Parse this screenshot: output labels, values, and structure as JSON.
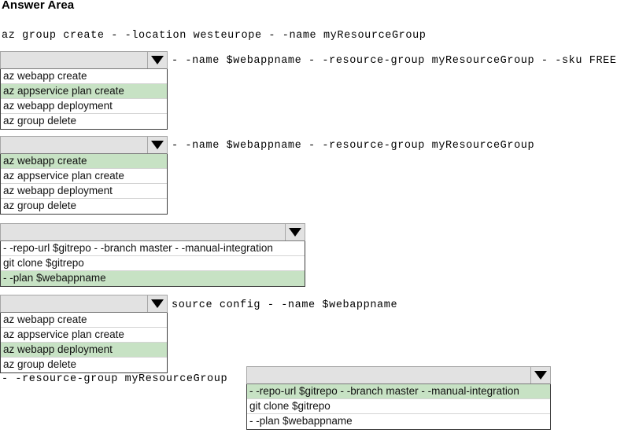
{
  "page": {
    "title": "Answer Area"
  },
  "colors": {
    "selected_option": "#c7e2c4",
    "dropdown_header": "#e2e2e2",
    "list_border": "#3c3c3c",
    "text": "#000000"
  },
  "lines": {
    "line1": "az group create - -location westeurope - -name myResourceGroup",
    "after_dd1": "- -name $webappname - -resource-group myResourceGroup - -sku FREE",
    "after_dd2": "- -name $webappname - -resource-group myResourceGroup",
    "after_dd4": "source config - -name $webappname",
    "before_dd5": "- -resource-group myResourceGroup"
  },
  "dropdowns": [
    {
      "id": "dropdown-1",
      "name": "command-dropdown-1",
      "selected_value": "",
      "arrow_icon": "chevron-down-icon",
      "options": [
        {
          "label": "az webapp create",
          "selected": false
        },
        {
          "label": "az appservice plan create",
          "selected": true
        },
        {
          "label": "az webapp deployment",
          "selected": false
        },
        {
          "label": "az group delete",
          "selected": false
        }
      ]
    },
    {
      "id": "dropdown-2",
      "name": "command-dropdown-2",
      "selected_value": "",
      "arrow_icon": "chevron-down-icon",
      "options": [
        {
          "label": "az webapp create",
          "selected": true
        },
        {
          "label": "az appservice plan create",
          "selected": false
        },
        {
          "label": "az webapp deployment",
          "selected": false
        },
        {
          "label": "az group delete",
          "selected": false
        }
      ]
    },
    {
      "id": "dropdown-3",
      "name": "argument-dropdown-3",
      "selected_value": "",
      "arrow_icon": "chevron-down-icon",
      "options": [
        {
          "label": "- -repo-url $gitrepo - -branch master - -manual-integration",
          "selected": false
        },
        {
          "label": "git clone $gitrepo",
          "selected": false
        },
        {
          "label": "- -plan $webappname",
          "selected": true
        }
      ]
    },
    {
      "id": "dropdown-4",
      "name": "command-dropdown-4",
      "selected_value": "",
      "arrow_icon": "chevron-down-icon",
      "options": [
        {
          "label": "az webapp create",
          "selected": false
        },
        {
          "label": "az appservice plan create",
          "selected": false
        },
        {
          "label": "az webapp deployment",
          "selected": true
        },
        {
          "label": "az group delete",
          "selected": false
        }
      ]
    },
    {
      "id": "dropdown-5",
      "name": "argument-dropdown-5",
      "selected_value": "",
      "arrow_icon": "chevron-down-icon",
      "options": [
        {
          "label": "- -repo-url $gitrepo - -branch master - -manual-integration",
          "selected": true
        },
        {
          "label": "git clone $gitrepo",
          "selected": false
        },
        {
          "label": "- -plan $webappname",
          "selected": false
        }
      ]
    }
  ]
}
